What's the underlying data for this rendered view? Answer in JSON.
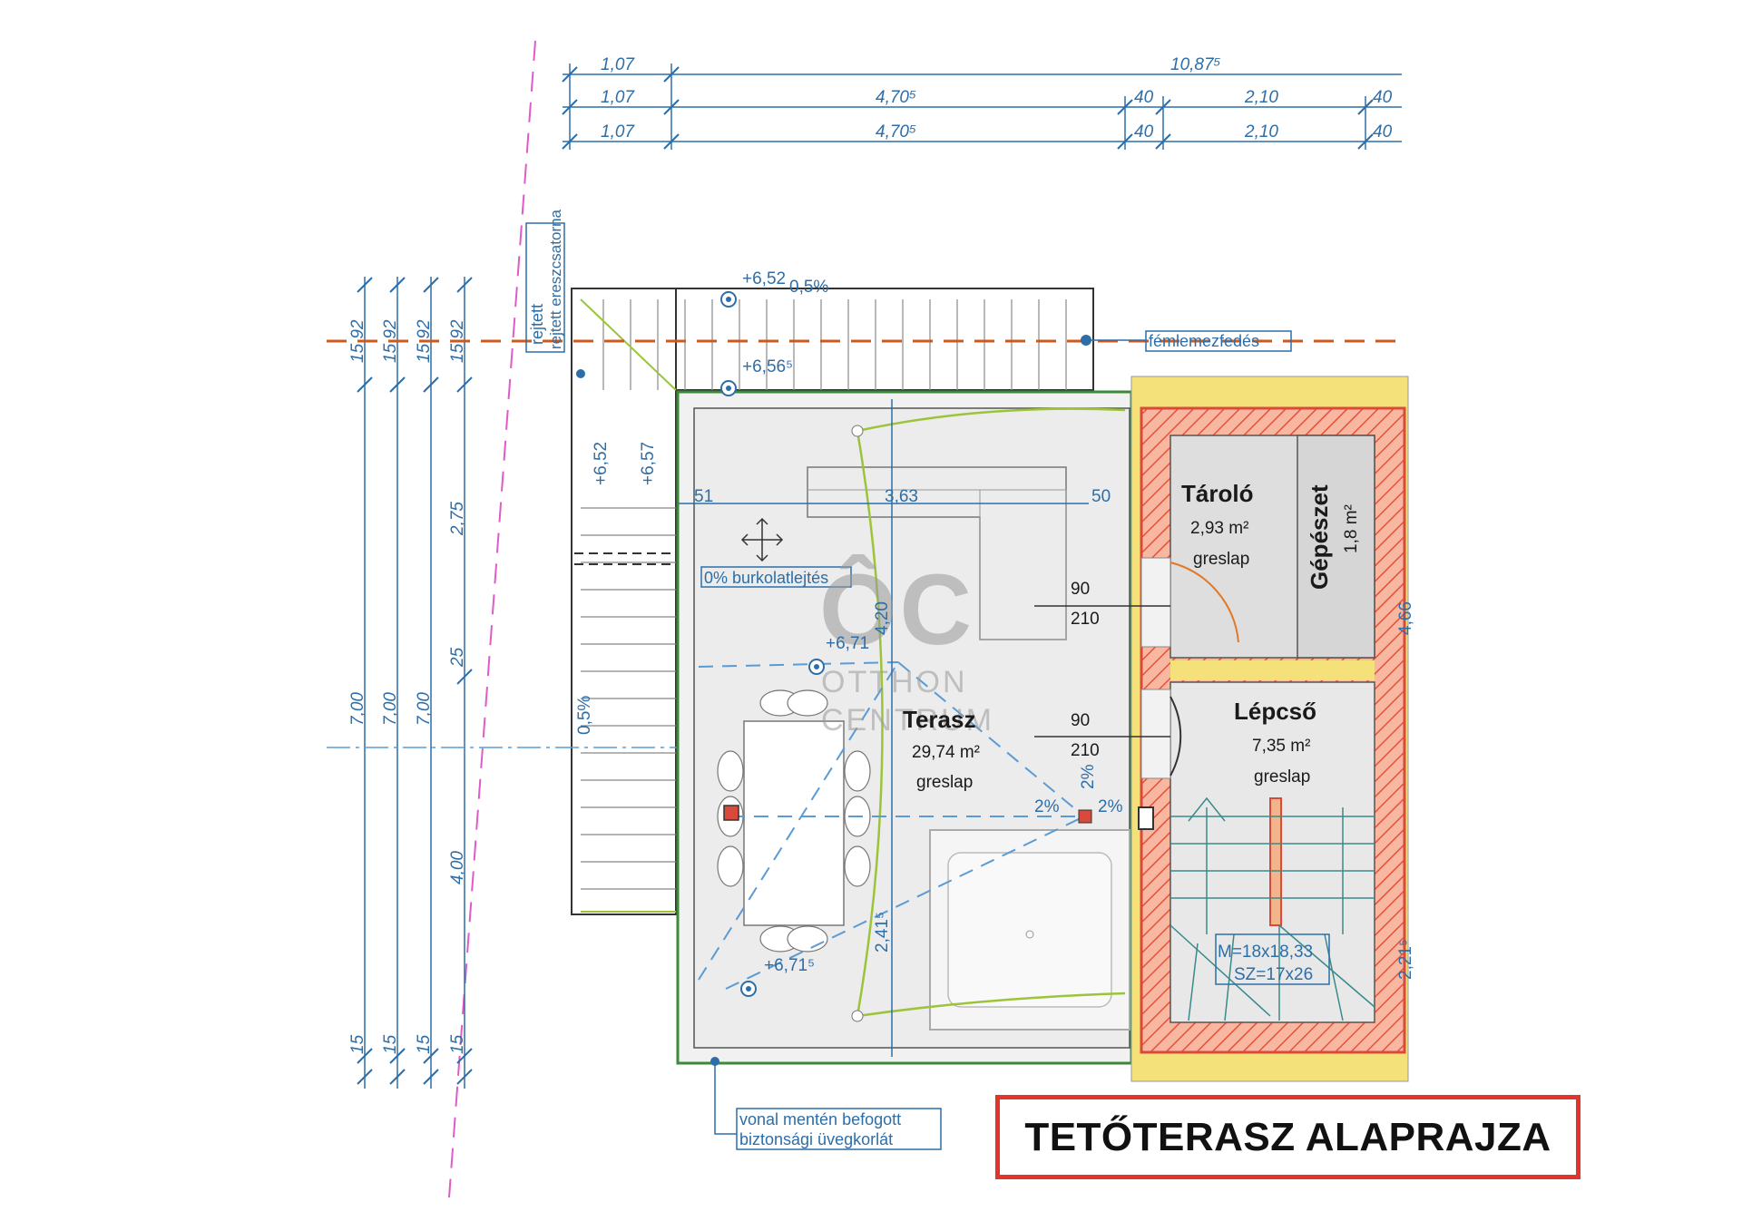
{
  "title": "TETŐTERASZ ALAPRAJZA",
  "watermark": {
    "logo": "ÔC",
    "line1": "OTTHON",
    "line2": "CENTRUM"
  },
  "dimensions_top": {
    "row1": [
      "1,07",
      "10,87⁵"
    ],
    "row2": [
      "1,07",
      "4,70⁵",
      "40",
      "2,10",
      "40"
    ],
    "row3": [
      "1,07",
      "4,70⁵",
      "40",
      "2,10",
      "40"
    ]
  },
  "dimensions_left": {
    "top": "15  92",
    "mid": "7,00",
    "bottom": "15",
    "inner": [
      "2,75",
      "25",
      "4,00",
      "15"
    ]
  },
  "levels": {
    "l1": "+6,52",
    "slope1": "0,5%",
    "l2": "+6,56⁵",
    "l3": "+6,52",
    "l4": "+6,57",
    "l5": "+6,71",
    "l6": "+6,71⁵",
    "slope_side": "0,5%"
  },
  "interior_dims": {
    "d51": "51",
    "d363": "3,63",
    "d50": "50",
    "d420": "4,20",
    "d2415": "2,41⁵"
  },
  "notes": {
    "gutter": "rejtett ereszcsatorna",
    "metal": "fémlemezfedés",
    "slope0": "0% burkolatlejtés",
    "glass1": "vonal mentén befogott",
    "glass2": "biztonsági üvegkorlát"
  },
  "doors": [
    {
      "w": "90",
      "h": "210"
    },
    {
      "w": "90",
      "h": "210"
    }
  ],
  "drain_slopes": [
    "2%",
    "2%",
    "2%"
  ],
  "rooms": {
    "terasz": {
      "name": "Terasz",
      "area": "29,74 m²",
      "floor": "greslap"
    },
    "tarolo": {
      "name": "Tároló",
      "area": "2,93 m²",
      "floor": "greslap"
    },
    "gepeszet": {
      "name": "Gépészet",
      "area": "1,8 m²"
    },
    "lepcso": {
      "name": "Lépcső",
      "area": "7,35 m²",
      "floor": "greslap"
    }
  },
  "stair": {
    "m": "M=18x18,33",
    "sz": "SZ=17x26"
  },
  "right_dims": [
    "4,66",
    "2,21⁵"
  ]
}
